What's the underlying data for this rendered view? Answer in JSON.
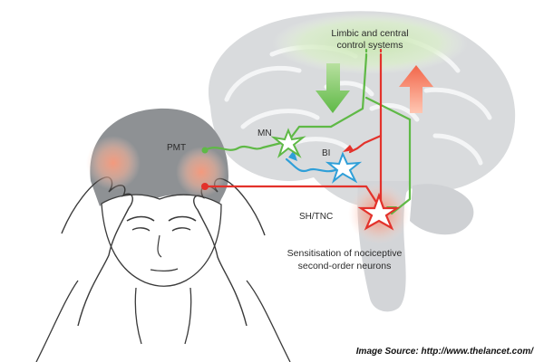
{
  "labels": {
    "limbic": [
      "Limbic and central",
      "control systems"
    ],
    "pmt": "PMT",
    "mn": "MN",
    "bi": "BI",
    "sh_tnc": "SH/TNC",
    "sensitisation": [
      "Sensitisation of nociceptive",
      "second-order neurons"
    ]
  },
  "caption": "Image Source: http://www.thelancet.com/",
  "colors": {
    "green": "#5fb946",
    "red": "#e3322b",
    "blue": "#2f9fd8",
    "brain_gray": "#d6d8da",
    "head_gray": "#8e9194",
    "limbic_glow": "#d7ecc7"
  }
}
